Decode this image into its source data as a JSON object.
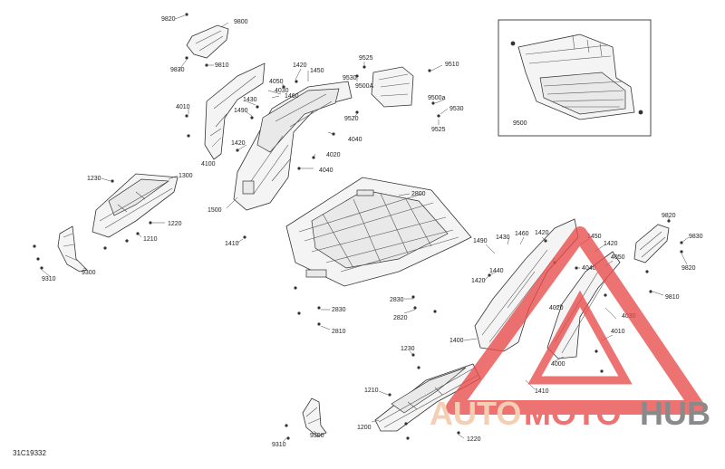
{
  "diagram_code": "31C19332",
  "watermark": {
    "part1": "AUTO",
    "part2": "MOTO",
    "part3": "HUB",
    "color_red": "#e94b4b",
    "color_gray": "#6a6a6a"
  },
  "labels": {
    "l9820a": "9820",
    "l9800": "9800",
    "l9830a": "9830",
    "l9810a": "9810",
    "l1420a": "1420",
    "l1450a": "1450",
    "l4050a": "4050",
    "l4030a": "4030",
    "l1460a": "1460",
    "l1430a": "1430",
    "l1490": "1490",
    "l4010": "4010",
    "l1420b": "1420",
    "l4100": "4100",
    "l1500": "1500",
    "l1410a": "1410",
    "l9525a": "9525",
    "l9530a": "9530",
    "l9500a": "9500A",
    "l9510": "9510",
    "l9500b": "9500a",
    "l9530b": "9530",
    "l9525b": "9525",
    "l9520": "9520",
    "l4040a": "4040",
    "l4020": "4020",
    "l4040b": "4040",
    "l1230a": "1230",
    "l1300": "1300",
    "l1220a": "1220",
    "l1210a": "1210",
    "l9310a": "9310",
    "l9300a": "9300",
    "l2800": "2800",
    "l2830a": "2830",
    "l2820": "2820",
    "l2830b": "2830",
    "l2810": "2810",
    "l9500c": "9500",
    "l1490b": "1490",
    "l1430b": "1430",
    "l1460b": "1460",
    "l1440": "1440",
    "l1420c": "1420",
    "l1450b": "1450",
    "l1420d": "1420",
    "l4040c": "4040",
    "l4050b": "4050",
    "l4030b": "4030",
    "l4010b": "4010",
    "l4000": "4000",
    "l1400": "1400",
    "l1410b": "1410",
    "l9820b": "9820",
    "l9830b": "9830",
    "l9820c": "9820",
    "l9810b": "9810",
    "l1230b": "1230",
    "l1210b": "1210",
    "l1200": "1200",
    "l1220b": "1220",
    "l9310b": "9310",
    "l9300b": "9300"
  }
}
